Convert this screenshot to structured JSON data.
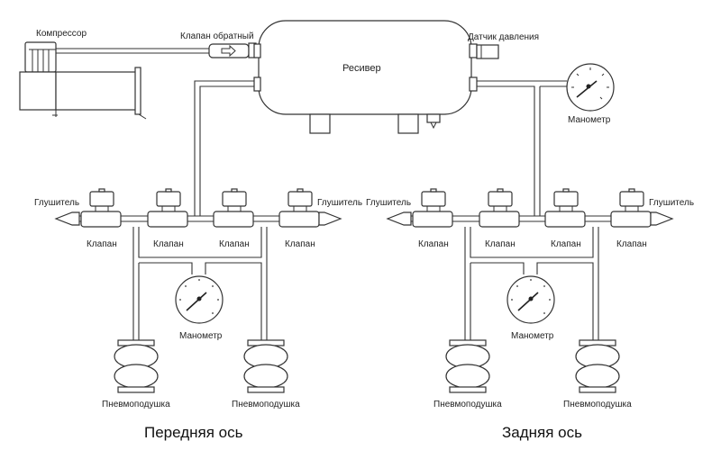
{
  "diagram": {
    "title": "Пневмоподвеска — схема",
    "labels": {
      "compressor": "Компрессор",
      "check_valve": "Клапан обратный",
      "receiver": "Ресивер",
      "pressure_sensor": "Датчик давления",
      "manometer_main": "Манометр",
      "front_axle": "Передняя ось",
      "rear_axle": "Задняя ось"
    },
    "front": {
      "muffler_left": "Глушитель",
      "muffler_right": "Глушитель",
      "valves": [
        "Клапан",
        "Клапан",
        "Клапан",
        "Клапан"
      ],
      "manometer": "Манометр",
      "airbags": [
        "Пневмоподушка",
        "Пневмоподушка"
      ]
    },
    "rear": {
      "muffler_left": "Глушитель",
      "muffler_right": "Глушитель",
      "valves": [
        "Клапан",
        "Клапан",
        "Клапан",
        "Клапан"
      ],
      "manometer": "Манометр",
      "airbags": [
        "Пневмоподушка",
        "Пневмоподушка"
      ]
    }
  }
}
